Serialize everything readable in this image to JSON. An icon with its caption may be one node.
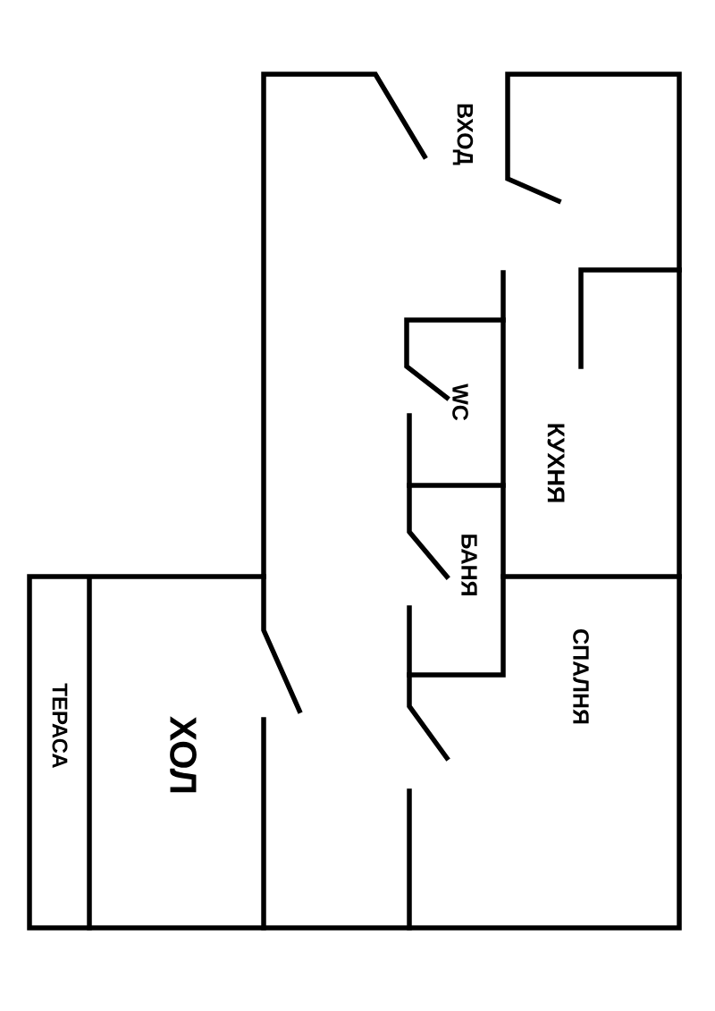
{
  "diagram": {
    "labels": [
      "ВХОД",
      "WC",
      "КУХНЯ",
      "БАНЯ",
      "СПАЛНЯ",
      "ХОЛ",
      "ТЕРАСА"
    ]
  }
}
